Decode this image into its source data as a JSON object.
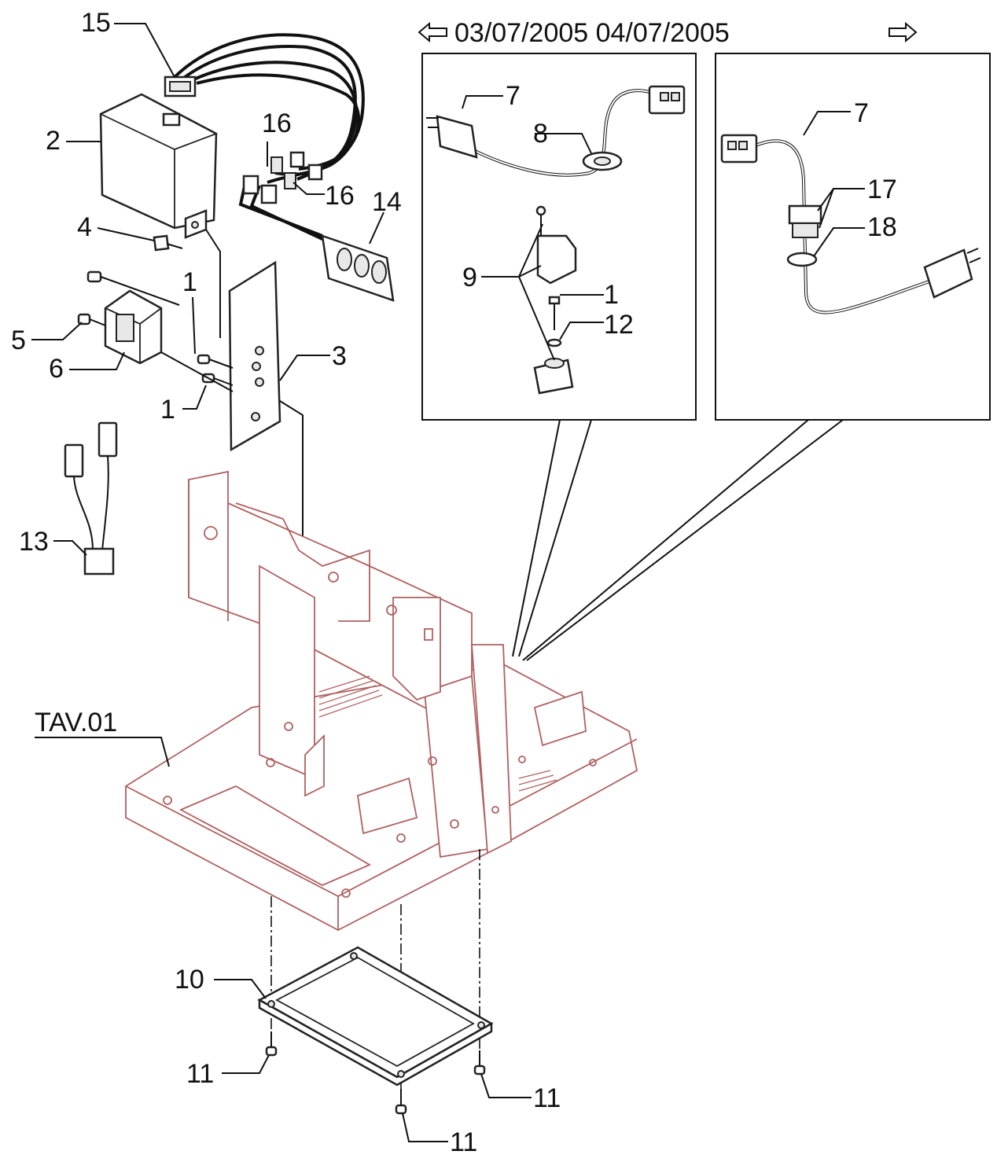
{
  "header": {
    "dates": "03/07/2005 04/07/2005",
    "left_arrow_icon": "left-arrow-icon",
    "right_arrow_icon": "right-arrow-icon"
  },
  "title_label": "TAV.01",
  "callouts": {
    "c15": "15",
    "c2": "2",
    "c4": "4",
    "c16a": "16",
    "c16b": "16",
    "c14": "14",
    "c1a": "1",
    "c1b": "1",
    "c5": "5",
    "c6": "6",
    "c3": "3",
    "c13": "13",
    "c7a": "7",
    "c8": "8",
    "c9": "9",
    "c1c": "1",
    "c12": "12",
    "c7b": "7",
    "c17": "17",
    "c18": "18",
    "c10": "10",
    "c11a": "11",
    "c11b": "11",
    "c11c": "11"
  },
  "colors": {
    "frame_outline": "#b06060",
    "line": "#111111"
  }
}
